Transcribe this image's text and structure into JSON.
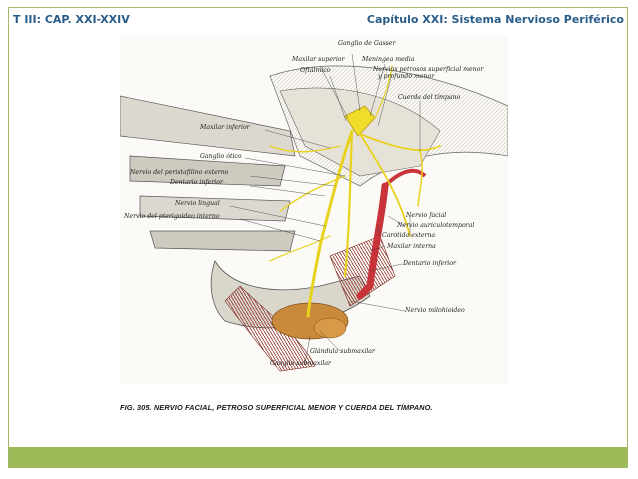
{
  "header": {
    "left": "T III: CAP. XXI-XXIV",
    "right": "Capítulo XXI: Sistema Nervioso Periférico"
  },
  "figure": {
    "labels": {
      "ganglio_gasser": "Ganglio de Gasser",
      "maxilar_superior": "Maxilar superior",
      "meningea_media": "Meningea media",
      "oftalmico": "Oftálmico",
      "petrosos_1": "Nervios petrosos superficial menor",
      "petrosos_2": "y profundo menor",
      "cuerda_timpano": "Cuerda del tímpano",
      "maxilar_inferior": "Maxilar inferior",
      "ganglio_otico": "Ganglio ótico",
      "peristafilino": "Nervio del peristafilino externo",
      "dentario_inferior_l": "Dentario inferior",
      "nervio_lingual": "Nervio lingual",
      "pterigoideo": "Nervio del pterigoideo interno",
      "nervio_facial": "Nervio facial",
      "auriculotemporal": "Nervio auriculotemporal",
      "carotida_externa": "Carótida externa",
      "maxilar_interna": "Maxilar interna",
      "dentario_inferior_r": "Dentario inferior",
      "milohioideo": "Nervio milohioideo",
      "glandula_submaxilar": "Glándula submaxilar",
      "ganglio_submaxilar": "Ganglio submaxilar"
    }
  },
  "caption": "FIG. 305. NERVIO FACIAL, PETROSO SUPERFICIAL MENOR Y CUERDA DEL TÍMPANO.",
  "colors": {
    "frame": "#a8b86a",
    "footer": "#9bbb59",
    "header_text": "#2a5c8a",
    "nerve": "#e8d21e",
    "artery": "#c8343a",
    "bone": "#d9d6cc"
  }
}
